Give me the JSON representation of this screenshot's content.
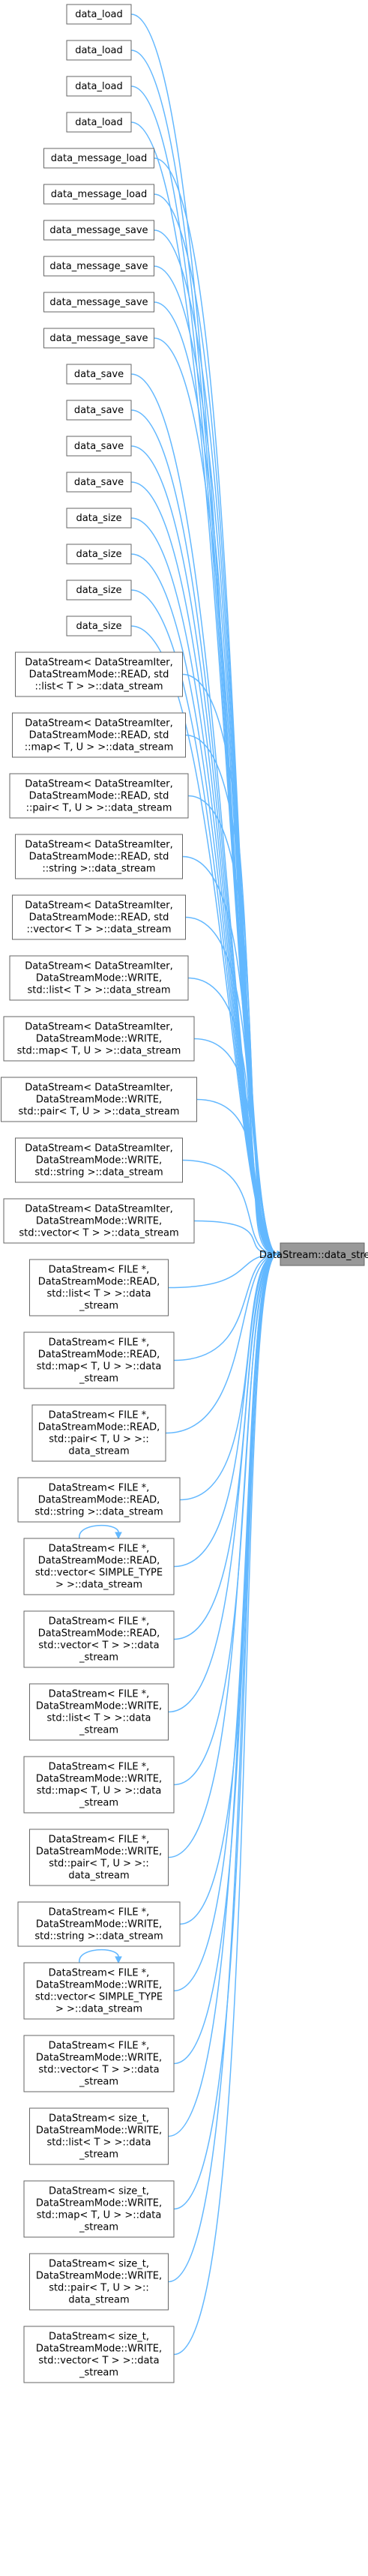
{
  "graph": {
    "target": "DataStream::data_stream",
    "callers": [
      {
        "lines": [
          "data_load"
        ]
      },
      {
        "lines": [
          "data_load"
        ]
      },
      {
        "lines": [
          "data_load"
        ]
      },
      {
        "lines": [
          "data_load"
        ]
      },
      {
        "lines": [
          "data_message_load"
        ]
      },
      {
        "lines": [
          "data_message_load"
        ]
      },
      {
        "lines": [
          "data_message_save"
        ]
      },
      {
        "lines": [
          "data_message_save"
        ]
      },
      {
        "lines": [
          "data_message_save"
        ]
      },
      {
        "lines": [
          "data_message_save"
        ]
      },
      {
        "lines": [
          "data_save"
        ]
      },
      {
        "lines": [
          "data_save"
        ]
      },
      {
        "lines": [
          "data_save"
        ]
      },
      {
        "lines": [
          "data_save"
        ]
      },
      {
        "lines": [
          "data_size"
        ]
      },
      {
        "lines": [
          "data_size"
        ]
      },
      {
        "lines": [
          "data_size"
        ]
      },
      {
        "lines": [
          "data_size"
        ]
      },
      {
        "lines": [
          "DataStream< DataStreamIter,",
          "DataStreamMode::READ, std",
          "::list< T > >::data_stream"
        ]
      },
      {
        "lines": [
          "DataStream< DataStreamIter,",
          "DataStreamMode::READ, std",
          "::map< T, U > >::data_stream"
        ]
      },
      {
        "lines": [
          "DataStream< DataStreamIter,",
          "DataStreamMode::READ, std",
          "::pair< T, U > >::data_stream"
        ]
      },
      {
        "lines": [
          "DataStream< DataStreamIter,",
          "DataStreamMode::READ, std",
          "::string >::data_stream"
        ]
      },
      {
        "lines": [
          "DataStream< DataStreamIter,",
          "DataStreamMode::READ, std",
          "::vector< T > >::data_stream"
        ]
      },
      {
        "lines": [
          "DataStream< DataStreamIter,",
          "DataStreamMode::WRITE,",
          "std::list< T > >::data_stream"
        ]
      },
      {
        "lines": [
          "DataStream< DataStreamIter,",
          "DataStreamMode::WRITE,",
          "std::map< T, U > >::data_stream"
        ]
      },
      {
        "lines": [
          "DataStream< DataStreamIter,",
          "DataStreamMode::WRITE,",
          "std::pair< T, U > >::data_stream"
        ]
      },
      {
        "lines": [
          "DataStream< DataStreamIter,",
          "DataStreamMode::WRITE,",
          "std::string >::data_stream"
        ]
      },
      {
        "lines": [
          "DataStream< DataStreamIter,",
          "DataStreamMode::WRITE,",
          "std::vector< T > >::data_stream"
        ]
      },
      {
        "lines": [
          "DataStream< FILE *,",
          "DataStreamMode::READ,",
          "std::list< T > >::data",
          "_stream"
        ]
      },
      {
        "lines": [
          "DataStream< FILE *,",
          "DataStreamMode::READ,",
          "std::map< T, U > >::data",
          "_stream"
        ]
      },
      {
        "lines": [
          "DataStream< FILE *,",
          "DataStreamMode::READ,",
          "std::pair< T, U > >::",
          "data_stream"
        ]
      },
      {
        "lines": [
          "DataStream< FILE *,",
          "DataStreamMode::READ,",
          "std::string >::data_stream"
        ]
      },
      {
        "lines": [
          "DataStream< FILE *,",
          "DataStreamMode::READ,",
          "std::vector< SIMPLE_TYPE",
          "> >::data_stream"
        ],
        "self_loop": true
      },
      {
        "lines": [
          "DataStream< FILE *,",
          "DataStreamMode::READ,",
          "std::vector< T > >::data",
          "_stream"
        ]
      },
      {
        "lines": [
          "DataStream< FILE *,",
          "DataStreamMode::WRITE,",
          "std::list< T > >::data",
          "_stream"
        ]
      },
      {
        "lines": [
          "DataStream< FILE *,",
          "DataStreamMode::WRITE,",
          "std::map< T, U > >::data",
          "_stream"
        ]
      },
      {
        "lines": [
          "DataStream< FILE *,",
          "DataStreamMode::WRITE,",
          "std::pair< T, U > >::",
          "data_stream"
        ]
      },
      {
        "lines": [
          "DataStream< FILE *,",
          "DataStreamMode::WRITE,",
          "std::string >::data_stream"
        ]
      },
      {
        "lines": [
          "DataStream< FILE *,",
          "DataStreamMode::WRITE,",
          "std::vector< SIMPLE_TYPE",
          "> >::data_stream"
        ],
        "self_loop": true
      },
      {
        "lines": [
          "DataStream< FILE *,",
          "DataStreamMode::WRITE,",
          "std::vector< T > >::data",
          "_stream"
        ]
      },
      {
        "lines": [
          "DataStream< size_t,",
          "DataStreamMode::WRITE,",
          "std::list< T > >::data",
          "_stream"
        ]
      },
      {
        "lines": [
          "DataStream< size_t,",
          "DataStreamMode::WRITE,",
          "std::map< T, U > >::data",
          "_stream"
        ]
      },
      {
        "lines": [
          "DataStream< size_t,",
          "DataStreamMode::WRITE,",
          "std::pair< T, U > >::",
          "data_stream"
        ]
      },
      {
        "lines": [
          "DataStream< size_t,",
          "DataStreamMode::WRITE,",
          "std::vector< T > >::data",
          "_stream"
        ]
      }
    ],
    "colors": {
      "edge": "#63b8ff",
      "node_border": "#666666",
      "target_fill": "#999999",
      "node_fill": "#ffffff"
    }
  }
}
